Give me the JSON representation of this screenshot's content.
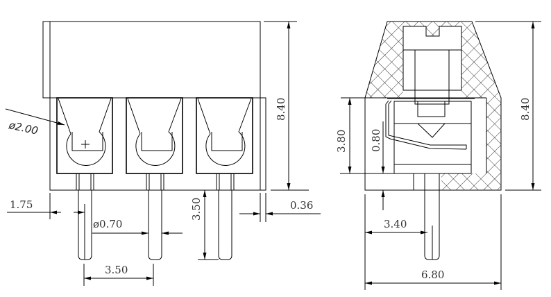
{
  "drawing": {
    "front_view": {
      "hole_diameter": "ø2.00",
      "pin_offset": "1.75",
      "pin_diameter": "ø0.70",
      "pin_length": "3.50",
      "pitch": "3.50",
      "wall_offset": "0.36",
      "height": "8.40"
    },
    "side_view": {
      "clamp_height": "3.80",
      "base_offset": "0.80",
      "pin_position": "3.40",
      "width": "6.80",
      "height": "8.40"
    }
  }
}
